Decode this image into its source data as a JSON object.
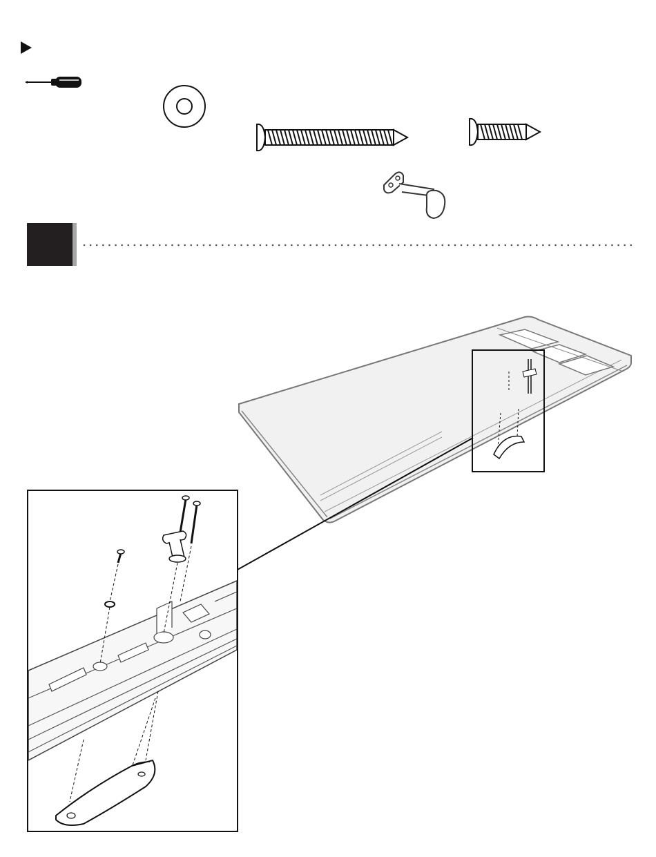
{
  "header": {
    "marker_icon": "play-arrow-icon"
  },
  "tools": [
    {
      "name": "screwdriver",
      "icon": "phillips-screwdriver-icon"
    }
  ],
  "hardware": [
    {
      "name": "washer",
      "icon": "washer-icon"
    },
    {
      "name": "long-screw",
      "icon": "long-pan-head-screw-icon"
    },
    {
      "name": "short-screw",
      "icon": "short-pan-head-screw-icon"
    },
    {
      "name": "bracket",
      "icon": "l-bracket-icon"
    }
  ],
  "step": {
    "badge_icon": "step-badge-icon",
    "divider": "dotted"
  },
  "illustration": {
    "overview": "door-panel",
    "detail": "zoomed-hinge-assembly",
    "parts": [
      "handle",
      "bracket",
      "screws",
      "washer"
    ]
  },
  "colors": {
    "ink": "#1a1a1a",
    "badge": "#231f20",
    "badge_shadow": "#a6a6a6",
    "panel_fill": "#eeeeee",
    "panel_line": "#777777"
  }
}
